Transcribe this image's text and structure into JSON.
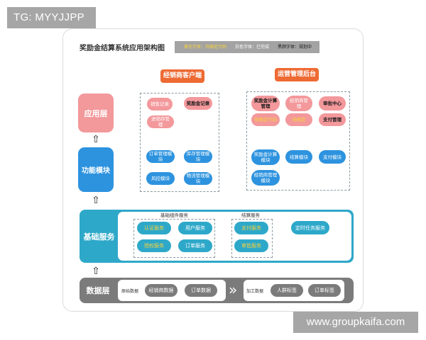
{
  "watermarks": {
    "top": "TG: MYYJJPP",
    "bottom": "www.groupkaifa.com"
  },
  "diagram": {
    "title": "奖励金结算系统应用架构图",
    "legend": {
      "yellow": "黄色字体：待确定代码",
      "white": "白色字体：已完成",
      "black": "黑颜字体：规划中"
    },
    "colors": {
      "app_layer": "#f3989b",
      "function_layer": "#2d93df",
      "base_layer": "#2ea8c9",
      "data_layer": "#7b7b7b",
      "header_tag": "#ee6a33",
      "yellow_text": "#f5d23c"
    },
    "layers": {
      "app": "应用层",
      "function": "功能模块",
      "base": "基础服务",
      "data": "数据层"
    },
    "dealer_client": {
      "header": "经销商客户端",
      "app_items": [
        {
          "label": "销售记录",
          "status": "white"
        },
        {
          "label": "奖励金记录",
          "status": "black"
        },
        {
          "label": "进销存管理",
          "status": "white"
        }
      ],
      "function_items": [
        {
          "label": "订单管理模块"
        },
        {
          "label": "库存管理模块"
        },
        {
          "label": "风控模块"
        },
        {
          "label": "物流管理模块"
        }
      ]
    },
    "ops_backend": {
      "header": "运营管理后台",
      "app_items": [
        {
          "label": "奖励金计算管理",
          "status": "black"
        },
        {
          "label": "经销商管理",
          "status": "white"
        },
        {
          "label": "审批中心",
          "status": "black"
        },
        {
          "label": "待确定代码",
          "status": "yellow"
        },
        {
          "label": "待确定",
          "status": "yellow"
        },
        {
          "label": "支付管理",
          "status": "black"
        }
      ],
      "function_items": [
        {
          "label": "奖励金计算模块"
        },
        {
          "label": "结算模块"
        },
        {
          "label": "支付模块"
        },
        {
          "label": "经销商管理模块"
        }
      ]
    },
    "base_services": {
      "component_group_label": "基础组件服务",
      "component_items": [
        {
          "label": "认证服务",
          "status": "yellow"
        },
        {
          "label": "用户服务",
          "status": "white"
        },
        {
          "label": "授权服务",
          "status": "yellow"
        },
        {
          "label": "订单服务",
          "status": "white"
        }
      ],
      "settlement_group_label": "结算服务",
      "settlement_items": [
        {
          "label": "支付服务",
          "status": "yellow"
        },
        {
          "label": "审批服务",
          "status": "yellow"
        }
      ],
      "standalone": {
        "label": "定时任务服务",
        "status": "white"
      }
    },
    "data_layer": {
      "raw_label": "原始数据",
      "raw_items": [
        "经销商数据",
        "订单数据"
      ],
      "flow_icon": "»",
      "processed_label": "加工数据",
      "processed_items": [
        "人群标签",
        "订单标签"
      ]
    },
    "arrow_glyph": "⇧"
  }
}
